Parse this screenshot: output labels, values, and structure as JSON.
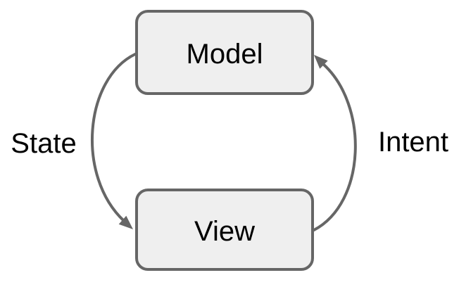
{
  "diagram": {
    "type": "cycle-diagram",
    "nodes": [
      {
        "id": "model",
        "label": "Model"
      },
      {
        "id": "view",
        "label": "View"
      }
    ],
    "edges": [
      {
        "id": "state",
        "label": "State",
        "from": "model",
        "to": "view",
        "side": "left",
        "direction": "model-to-view"
      },
      {
        "id": "intent",
        "label": "Intent",
        "from": "view",
        "to": "model",
        "side": "right",
        "direction": "view-to-model"
      }
    ],
    "colors": {
      "background": "#ffffff",
      "node_fill": "#efefef",
      "node_stroke": "#666666",
      "edge": "#666666",
      "text": "#000000"
    }
  }
}
